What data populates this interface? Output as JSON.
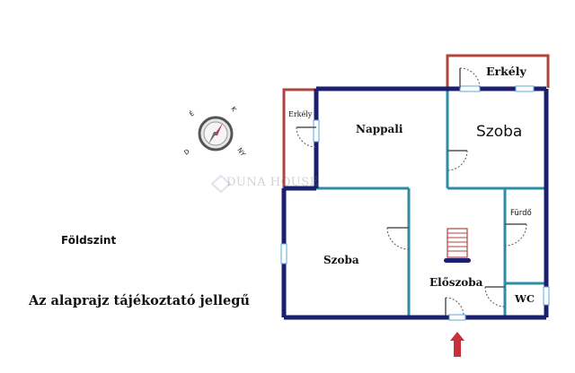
{
  "rooms": {
    "nappali": "Nappali",
    "szoba_top": "Szoba",
    "erkely_top": "Erkély",
    "erkely_left": "Erkély",
    "furdo": "Fürdő",
    "szoba_left": "Szoba",
    "eloszoba": "Előszoba",
    "wc": "WC"
  },
  "floor_label": "Földszint",
  "disclaimer": "Az alaprajz tájékoztató jellegű",
  "watermark": "DUNA HOUSE",
  "compass": {
    "labels": [
      "É",
      "K",
      "D",
      "NY"
    ]
  },
  "colors": {
    "exterior_wall": "#1c1f6e",
    "interior_wall": "#2e8da3",
    "balcony_wall": "#b0433c",
    "door_arc": "#555555",
    "entrance_arrow": "#c8303a"
  }
}
